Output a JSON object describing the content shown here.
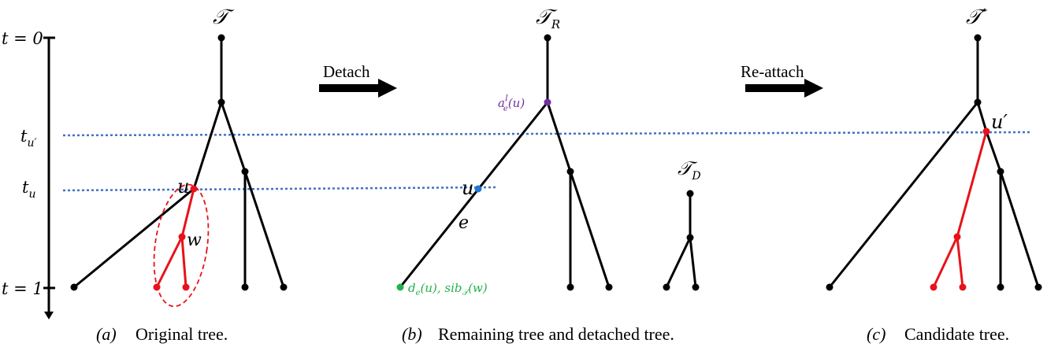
{
  "colors": {
    "black": "#000000",
    "red": "#e8121a",
    "blue_dotted": "#4472c4",
    "purple": "#7030a0",
    "blue_node": "#1f77d4",
    "green": "#22b14c"
  },
  "time_axis": {
    "t0": "t = 0",
    "t1": "t = 1",
    "tu_prime": "t",
    "tu_prime_sub": "u′",
    "tu": "t",
    "tu_sub": "u"
  },
  "arrows": {
    "detach": "Detach",
    "reattach": "Re-attach"
  },
  "panel_a": {
    "title": "𝒯",
    "node_u": "u",
    "node_w": "w",
    "caption_letter": "(a)",
    "caption_text": "Original tree."
  },
  "panel_b": {
    "title": "𝒯",
    "title_sub": "R",
    "detached_title": "𝒯",
    "detached_sub": "D",
    "node_u": "u",
    "edge_e": "e",
    "ancestor_label": "a",
    "ancestor_sup": "I",
    "ancestor_sub": "e",
    "ancestor_arg": "(u)",
    "desc_label": "d",
    "desc_sub": "e",
    "desc_arg": "(u), sib",
    "desc_sib_sub": "𝒯",
    "desc_sib_arg": "(w)",
    "caption_letter": "(b)",
    "caption_text": "Remaining tree and detached tree."
  },
  "panel_c": {
    "title": "𝒯′",
    "node_u_prime": "u′",
    "caption_letter": "(c)",
    "caption_text": "Candidate tree."
  }
}
